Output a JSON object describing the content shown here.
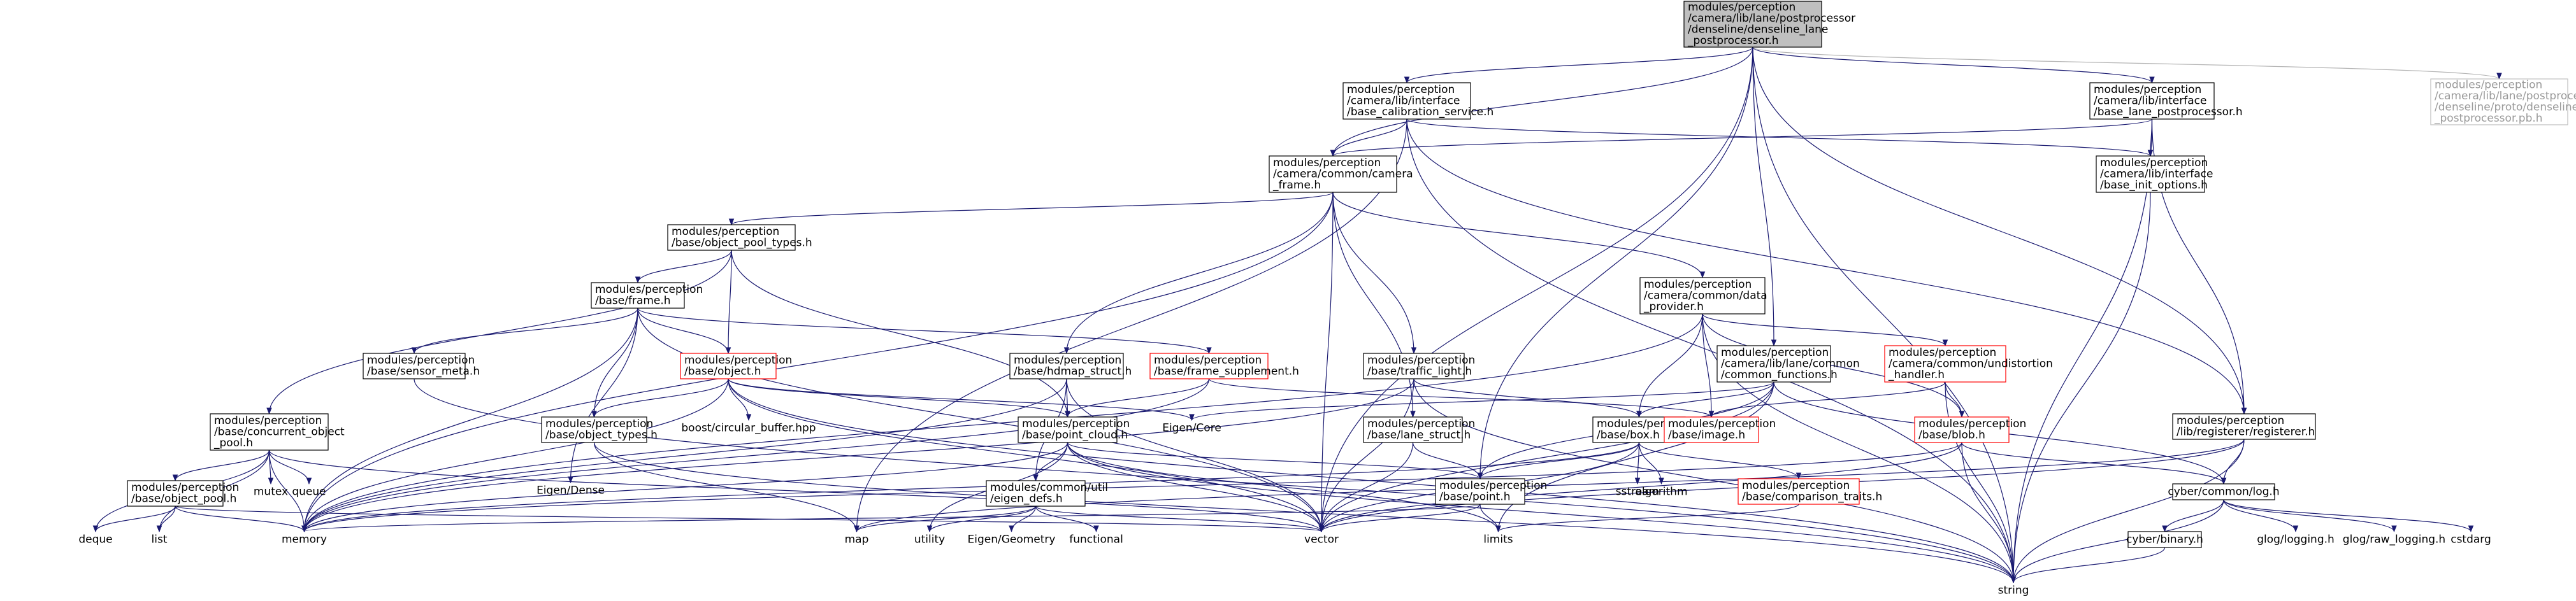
{
  "colors": {
    "edge": "#191970",
    "edge_dim": "#b4b4b4",
    "box_border": "#000000",
    "box_red": "#ff0000",
    "box_gray_border": "#bfbfbf",
    "root_fill": "#bfbfbf"
  },
  "nodes": [
    {
      "id": "root",
      "kind": "root",
      "lines": [
        "modules/perception",
        "/camera/lib/lane/postprocessor",
        "/denseline/denseline_lane",
        "_postprocessor.h"
      ]
    },
    {
      "id": "base_calib",
      "kind": "normal",
      "lines": [
        "modules/perception",
        "/camera/lib/interface",
        "/base_calibration_service.h"
      ]
    },
    {
      "id": "base_lane_pp",
      "kind": "normal",
      "lines": [
        "modules/perception",
        "/camera/lib/interface",
        "/base_lane_postprocessor.h"
      ]
    },
    {
      "id": "pb_h",
      "kind": "ghost",
      "lines": [
        "modules/perception",
        "/camera/lib/lane/postprocessor",
        "/denseline/proto/denseline",
        "_postprocessor.pb.h"
      ]
    },
    {
      "id": "camera_frame",
      "kind": "normal",
      "lines": [
        "modules/perception",
        "/camera/common/camera",
        "_frame.h"
      ]
    },
    {
      "id": "base_init_options",
      "kind": "normal",
      "lines": [
        "modules/perception",
        "/camera/lib/interface",
        "/base_init_options.h"
      ]
    },
    {
      "id": "object_pool_types",
      "kind": "normal",
      "lines": [
        "modules/perception",
        "/base/object_pool_types.h"
      ]
    },
    {
      "id": "data_provider",
      "kind": "normal",
      "lines": [
        "modules/perception",
        "/camera/common/data",
        "_provider.h"
      ]
    },
    {
      "id": "base_frame",
      "kind": "normal",
      "lines": [
        "modules/perception",
        "/base/frame.h"
      ]
    },
    {
      "id": "sensor_meta",
      "kind": "normal",
      "lines": [
        "modules/perception",
        "/base/sensor_meta.h"
      ]
    },
    {
      "id": "object_h",
      "kind": "red",
      "lines": [
        "modules/perception",
        "/base/object.h"
      ]
    },
    {
      "id": "hdmap_struct",
      "kind": "normal",
      "lines": [
        "modules/perception",
        "/base/hdmap_struct.h"
      ]
    },
    {
      "id": "frame_supplement",
      "kind": "red",
      "lines": [
        "modules/perception",
        "/base/frame_supplement.h"
      ]
    },
    {
      "id": "traffic_light",
      "kind": "normal",
      "lines": [
        "modules/perception",
        "/base/traffic_light.h"
      ]
    },
    {
      "id": "common_functions",
      "kind": "normal",
      "lines": [
        "modules/perception",
        "/camera/lib/lane/common",
        "/common_functions.h"
      ]
    },
    {
      "id": "undistortion",
      "kind": "red",
      "lines": [
        "modules/perception",
        "/camera/common/undistortion",
        "_handler.h"
      ]
    },
    {
      "id": "registerer",
      "kind": "normal",
      "lines": [
        "modules/perception",
        "/lib/registerer/registerer.h"
      ]
    },
    {
      "id": "concurrent_pool",
      "kind": "normal",
      "lines": [
        "modules/perception",
        "/base/concurrent_object",
        "_pool.h"
      ]
    },
    {
      "id": "object_types",
      "kind": "normal",
      "lines": [
        "modules/perception",
        "/base/object_types.h"
      ]
    },
    {
      "id": "circular_buffer",
      "kind": "ext",
      "lines": [
        "boost/circular_buffer.hpp"
      ]
    },
    {
      "id": "point_cloud",
      "kind": "normal",
      "lines": [
        "modules/perception",
        "/base/point_cloud.h"
      ]
    },
    {
      "id": "eigen_core",
      "kind": "ext",
      "lines": [
        "Eigen/Core"
      ]
    },
    {
      "id": "lane_struct",
      "kind": "normal",
      "lines": [
        "modules/perception",
        "/base/lane_struct.h"
      ]
    },
    {
      "id": "box_h",
      "kind": "normal",
      "lines": [
        "modules/perception",
        "/base/box.h"
      ]
    },
    {
      "id": "base_image",
      "kind": "red",
      "lines": [
        "modules/perception",
        "/base/image.h"
      ]
    },
    {
      "id": "blob_h",
      "kind": "red",
      "lines": [
        "modules/perception",
        "/base/blob.h"
      ]
    },
    {
      "id": "object_pool",
      "kind": "normal",
      "lines": [
        "modules/perception",
        "/base/object_pool.h"
      ]
    },
    {
      "id": "mutex",
      "kind": "ext",
      "lines": [
        "mutex"
      ]
    },
    {
      "id": "queue",
      "kind": "ext",
      "lines": [
        "queue"
      ]
    },
    {
      "id": "eigen_dense",
      "kind": "ext",
      "lines": [
        "Eigen/Dense"
      ]
    },
    {
      "id": "eigen_defs",
      "kind": "normal",
      "lines": [
        "modules/common/util",
        "/eigen_defs.h"
      ]
    },
    {
      "id": "point_h",
      "kind": "normal",
      "lines": [
        "modules/perception",
        "/base/point.h"
      ]
    },
    {
      "id": "sstream",
      "kind": "ext",
      "lines": [
        "sstream"
      ]
    },
    {
      "id": "algorithm",
      "kind": "ext",
      "lines": [
        "algorithm"
      ]
    },
    {
      "id": "comparison_traits",
      "kind": "red",
      "lines": [
        "modules/perception",
        "/base/comparison_traits.h"
      ]
    },
    {
      "id": "cyber_log",
      "kind": "normal",
      "lines": [
        "cyber/common/log.h"
      ]
    },
    {
      "id": "deque",
      "kind": "ext",
      "lines": [
        "deque"
      ]
    },
    {
      "id": "list",
      "kind": "ext",
      "lines": [
        "list"
      ]
    },
    {
      "id": "memory",
      "kind": "ext",
      "lines": [
        "memory"
      ]
    },
    {
      "id": "map",
      "kind": "ext",
      "lines": [
        "map"
      ]
    },
    {
      "id": "utility",
      "kind": "ext",
      "lines": [
        "utility"
      ]
    },
    {
      "id": "eigen_geometry",
      "kind": "ext",
      "lines": [
        "Eigen/Geometry"
      ]
    },
    {
      "id": "functional",
      "kind": "ext",
      "lines": [
        "functional"
      ]
    },
    {
      "id": "vector",
      "kind": "ext",
      "lines": [
        "vector"
      ]
    },
    {
      "id": "limits",
      "kind": "ext",
      "lines": [
        "limits"
      ]
    },
    {
      "id": "binary_h",
      "kind": "normal",
      "lines": [
        "cyber/binary.h"
      ]
    },
    {
      "id": "glog_logging",
      "kind": "ext",
      "lines": [
        "glog/logging.h"
      ]
    },
    {
      "id": "glog_raw",
      "kind": "ext",
      "lines": [
        "glog/raw_logging.h"
      ]
    },
    {
      "id": "cstdarg",
      "kind": "ext",
      "lines": [
        "cstdarg"
      ]
    },
    {
      "id": "string",
      "kind": "ext",
      "lines": [
        "string"
      ]
    }
  ],
  "edges": [
    [
      "root",
      "base_calib"
    ],
    [
      "root",
      "base_lane_pp"
    ],
    [
      "root",
      "pb_h"
    ],
    [
      "root",
      "camera_frame"
    ],
    [
      "root",
      "common_functions"
    ],
    [
      "root",
      "point_h"
    ],
    [
      "root",
      "vector"
    ],
    [
      "root",
      "registerer"
    ],
    [
      "root",
      "string"
    ],
    [
      "base_calib",
      "camera_frame"
    ],
    [
      "base_calib",
      "base_init_options"
    ],
    [
      "base_calib",
      "registerer"
    ],
    [
      "base_calib",
      "map"
    ],
    [
      "base_calib",
      "string"
    ],
    [
      "base_lane_pp",
      "camera_frame"
    ],
    [
      "base_lane_pp",
      "base_init_options"
    ],
    [
      "base_lane_pp",
      "registerer"
    ],
    [
      "base_lane_pp",
      "string"
    ],
    [
      "camera_frame",
      "object_pool_types"
    ],
    [
      "camera_frame",
      "data_provider"
    ],
    [
      "camera_frame",
      "hdmap_struct"
    ],
    [
      "camera_frame",
      "traffic_light"
    ],
    [
      "camera_frame",
      "lane_struct"
    ],
    [
      "camera_frame",
      "memory"
    ],
    [
      "camera_frame",
      "vector"
    ],
    [
      "base_init_options",
      "string"
    ],
    [
      "object_pool_types",
      "base_frame"
    ],
    [
      "object_pool_types",
      "object_h"
    ],
    [
      "object_pool_types",
      "concurrent_pool"
    ],
    [
      "object_pool_types",
      "point_cloud"
    ],
    [
      "base_frame",
      "sensor_meta"
    ],
    [
      "base_frame",
      "object_h"
    ],
    [
      "base_frame",
      "frame_supplement"
    ],
    [
      "base_frame",
      "object_types"
    ],
    [
      "base_frame",
      "eigen_dense"
    ],
    [
      "base_frame",
      "memory"
    ],
    [
      "base_frame",
      "vector"
    ],
    [
      "sensor_meta",
      "string"
    ],
    [
      "object_h",
      "object_types"
    ],
    [
      "object_h",
      "circular_buffer"
    ],
    [
      "object_h",
      "point_cloud"
    ],
    [
      "object_h",
      "eigen_core"
    ],
    [
      "object_h",
      "memory"
    ],
    [
      "object_h",
      "vector"
    ],
    [
      "object_h",
      "string"
    ],
    [
      "hdmap_struct",
      "point_cloud"
    ],
    [
      "hdmap_struct",
      "eigen_defs"
    ],
    [
      "hdmap_struct",
      "memory"
    ],
    [
      "hdmap_struct",
      "vector"
    ],
    [
      "frame_supplement",
      "point_cloud"
    ],
    [
      "frame_supplement",
      "base_image"
    ],
    [
      "frame_supplement",
      "memory"
    ],
    [
      "traffic_light",
      "box_h"
    ],
    [
      "traffic_light",
      "memory"
    ],
    [
      "traffic_light",
      "vector"
    ],
    [
      "traffic_light",
      "string"
    ],
    [
      "data_provider",
      "box_h"
    ],
    [
      "data_provider",
      "base_image"
    ],
    [
      "data_provider",
      "blob_h"
    ],
    [
      "data_provider",
      "undistortion"
    ],
    [
      "data_provider",
      "memory"
    ],
    [
      "data_provider",
      "string"
    ],
    [
      "common_functions",
      "eigen_core"
    ],
    [
      "common_functions",
      "box_h"
    ],
    [
      "common_functions",
      "point_h"
    ],
    [
      "common_functions",
      "cyber_log"
    ],
    [
      "common_functions",
      "vector"
    ],
    [
      "common_functions",
      "limits"
    ],
    [
      "undistortion",
      "base_image"
    ],
    [
      "undistortion",
      "blob_h"
    ],
    [
      "undistortion",
      "string"
    ],
    [
      "registerer",
      "cyber_log"
    ],
    [
      "registerer",
      "vector"
    ],
    [
      "registerer",
      "map"
    ],
    [
      "registerer",
      "string"
    ],
    [
      "concurrent_pool",
      "object_pool"
    ],
    [
      "concurrent_pool",
      "mutex"
    ],
    [
      "concurrent_pool",
      "queue"
    ],
    [
      "concurrent_pool",
      "deque"
    ],
    [
      "concurrent_pool",
      "list"
    ],
    [
      "concurrent_pool",
      "memory"
    ],
    [
      "concurrent_pool",
      "vector"
    ],
    [
      "object_types",
      "map"
    ],
    [
      "object_types",
      "string"
    ],
    [
      "point_cloud",
      "eigen_defs"
    ],
    [
      "point_cloud",
      "point_h"
    ],
    [
      "point_cloud",
      "utility"
    ],
    [
      "point_cloud",
      "memory"
    ],
    [
      "point_cloud",
      "vector"
    ],
    [
      "point_cloud",
      "string"
    ],
    [
      "point_cloud",
      "limits"
    ],
    [
      "lane_struct",
      "point_h"
    ],
    [
      "lane_struct",
      "vector"
    ],
    [
      "box_h",
      "point_h"
    ],
    [
      "box_h",
      "sstream"
    ],
    [
      "box_h",
      "algorithm"
    ],
    [
      "box_h",
      "comparison_traits"
    ],
    [
      "box_h",
      "memory"
    ],
    [
      "box_h",
      "vector"
    ],
    [
      "blob_h",
      "cyber_log"
    ],
    [
      "blob_h",
      "vector"
    ],
    [
      "blob_h",
      "string"
    ],
    [
      "blob_h",
      "memory"
    ],
    [
      "object_pool",
      "list"
    ],
    [
      "object_pool",
      "deque"
    ],
    [
      "object_pool",
      "memory"
    ],
    [
      "object_pool",
      "vector"
    ],
    [
      "eigen_defs",
      "map"
    ],
    [
      "eigen_defs",
      "utility"
    ],
    [
      "eigen_defs",
      "eigen_geometry"
    ],
    [
      "eigen_defs",
      "functional"
    ],
    [
      "eigen_defs",
      "vector"
    ],
    [
      "point_h",
      "memory"
    ],
    [
      "point_h",
      "vector"
    ],
    [
      "point_h",
      "limits"
    ],
    [
      "comparison_traits",
      "limits"
    ],
    [
      "cyber_log",
      "binary_h"
    ],
    [
      "cyber_log",
      "glog_logging"
    ],
    [
      "cyber_log",
      "glog_raw"
    ],
    [
      "cyber_log",
      "cstdarg"
    ],
    [
      "cyber_log",
      "string"
    ],
    [
      "binary_h",
      "string"
    ]
  ]
}
